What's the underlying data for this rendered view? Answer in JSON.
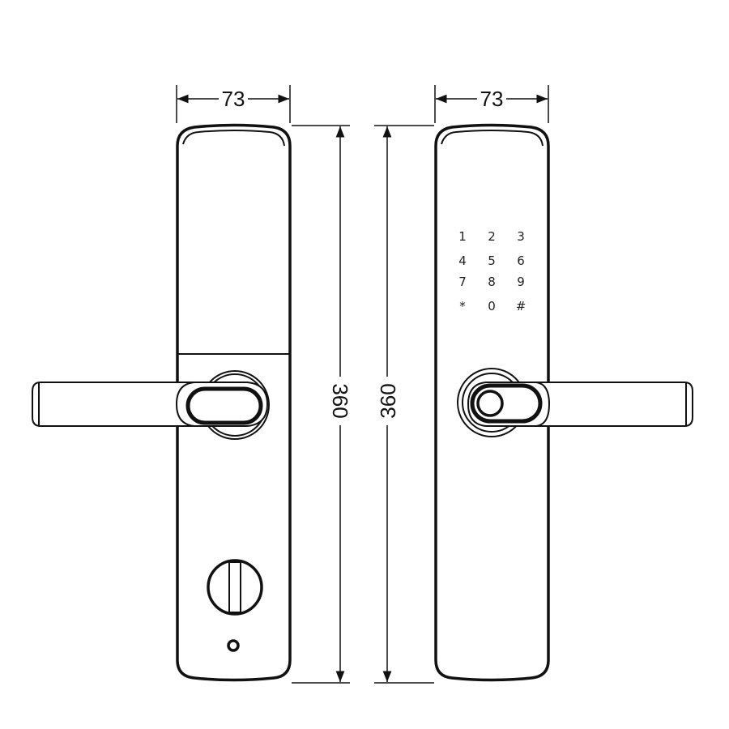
{
  "dimensions": {
    "left_width": "73",
    "right_width": "73",
    "left_height": "360",
    "right_height": "360"
  },
  "keypad": {
    "keys": [
      "1",
      "2",
      "3",
      "4",
      "5",
      "6",
      "7",
      "8",
      "9",
      "*",
      "0",
      "#"
    ]
  },
  "colors": {
    "line": "#111111",
    "background": "#ffffff"
  }
}
